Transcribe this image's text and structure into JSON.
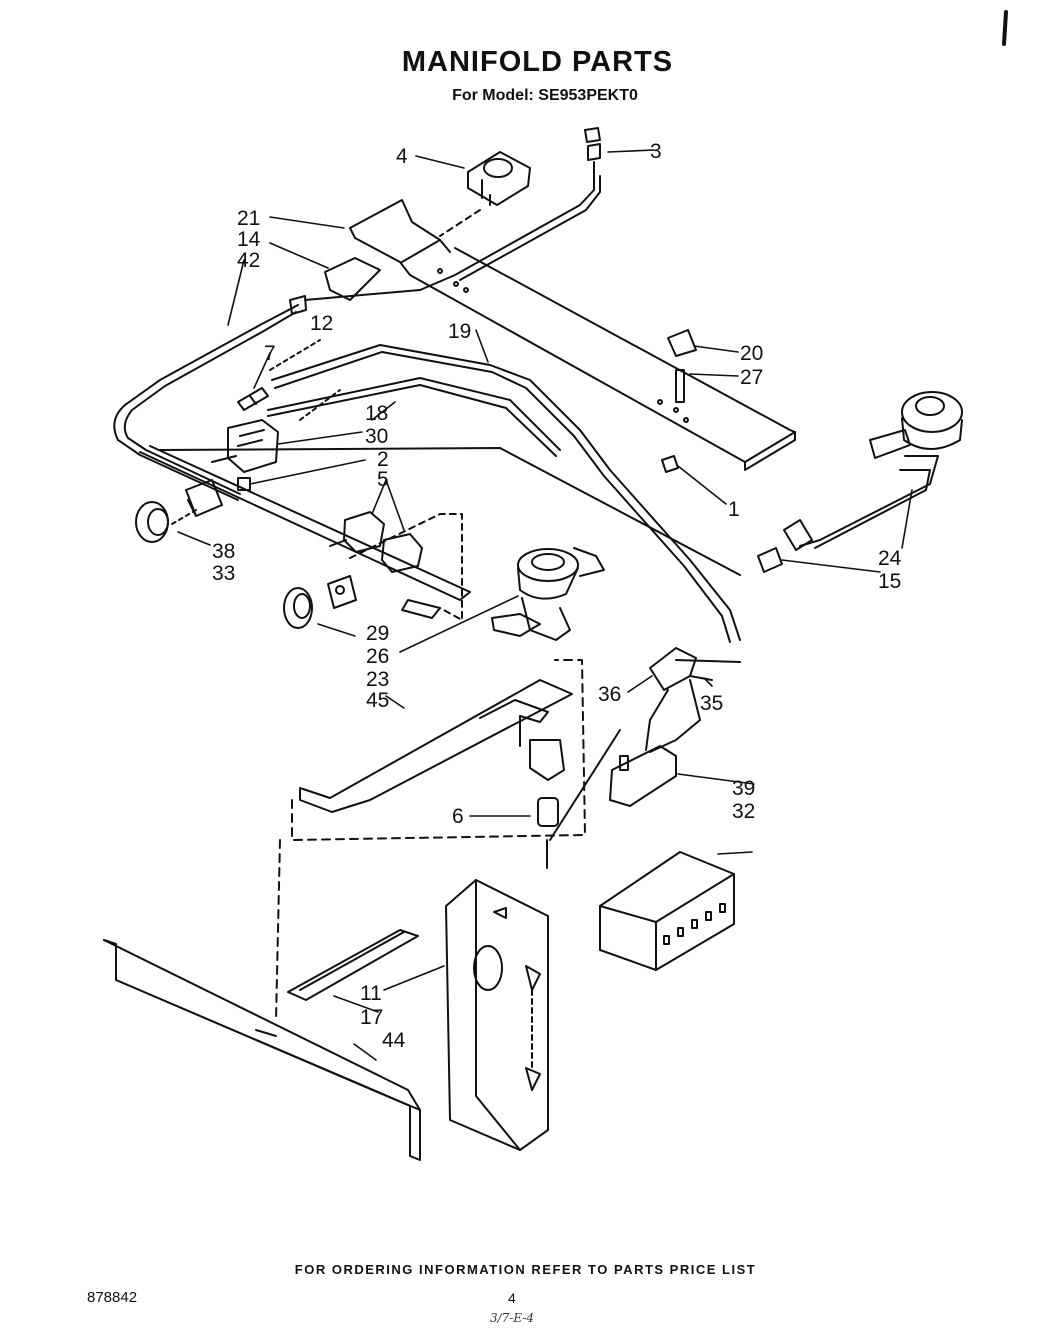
{
  "header": {
    "title": "MANIFOLD PARTS",
    "subtitle": "For Model: SE953PEKT0"
  },
  "footer": {
    "ordering_note": "FOR ORDERING INFORMATION REFER TO PARTS PRICE LIST",
    "document_number": "878842",
    "page_number": "4",
    "handwritten_note": "3/7-E-4"
  },
  "labels": {
    "p1": "1",
    "p2": "2",
    "p3": "3",
    "p4": "4",
    "p5": "5",
    "p6": "6",
    "p7": "7",
    "p11": "11",
    "p12": "12",
    "p14": "14",
    "p15": "15",
    "p17": "17",
    "p18": "18",
    "p19": "19",
    "p20": "20",
    "p21": "21",
    "p23": "23",
    "p24": "24",
    "p26": "26",
    "p27": "27",
    "p29": "29",
    "p30": "30",
    "p32": "32",
    "p33": "33",
    "p35": "35",
    "p36": "36",
    "p38": "38",
    "p39": "39",
    "p42": "42",
    "p44": "44",
    "p45": "45"
  }
}
